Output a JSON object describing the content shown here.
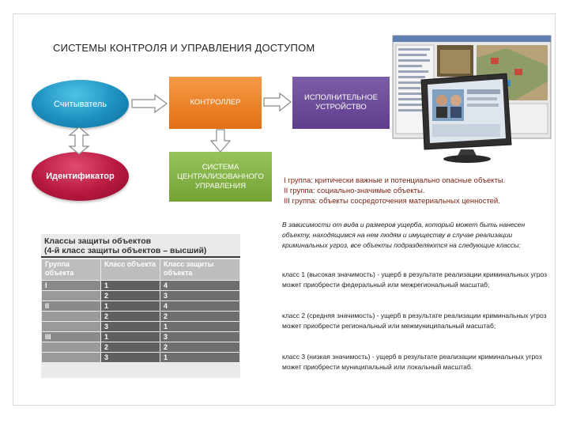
{
  "title": "СИСТЕМЫ КОНТРОЛЯ И УПРАВЛЕНИЯ ДОСТУПОМ",
  "diagram": {
    "reader": "Считыватель",
    "identifier": "Идентификатор",
    "controller": "КОНТРОЛЛЕР",
    "central_system": "СИСТЕМА ЦЕНТРАЛИЗОВАННОГО УПРАВЛЕНИЯ",
    "actuator": "ИСПОЛНИТЕЛЬНОЕ УСТРОЙСТВО"
  },
  "groups": [
    "I группа: критически важные и потенциально опасные объекты.",
    "II группа: социально-значимые объекты.",
    "III группа: объекты сосредоточения материальных ценностей."
  ],
  "intro": "В зависимости от вида и размеров ущерба, который может быть нанесен объекту, находящимся на нем людям и имуществу в случае реализации криминальных угроз, все объекты подразделяются на следующие классы:",
  "classes": [
    "класс 1 (высокая значимость) - ущерб в результате реализации криминальных угроз может приобрести федеральный или межрегиональный масштаб;",
    "класс 2 (средняя значимость) - ущерб в результате реализации криминальных угроз может приобрести региональный или межмуниципальный масштаб;",
    "класс 3 (низкая значимость) - ущерб в результате реализации криминальных угроз может приобрести муниципальный или локальный масштаб."
  ],
  "table": {
    "title_line1": "Классы защиты объектов",
    "title_line2": "(4-й класс защиты объектов – высший)",
    "headers": [
      "Группа объекта",
      "Класс объекта",
      "Класс защиты объекта"
    ],
    "rows": [
      [
        "I",
        "1",
        "4"
      ],
      [
        "",
        "2",
        "3"
      ],
      [
        "II",
        "1",
        "4"
      ],
      [
        "",
        "2",
        "2"
      ],
      [
        "",
        "3",
        "1"
      ],
      [
        "III",
        "1",
        "3"
      ],
      [
        "",
        "2",
        "2"
      ],
      [
        "",
        "3",
        "1"
      ]
    ]
  },
  "colors": {
    "reader": "#1d8fc0",
    "identifier": "#b7183f",
    "controller": "#e36f12",
    "central_system": "#73a232",
    "actuator": "#5f3f8c",
    "group_text": "#7a1f10"
  },
  "icons": [
    "monitor-illustration",
    "right-arrow-icon",
    "double-vertical-arrow-icon"
  ]
}
